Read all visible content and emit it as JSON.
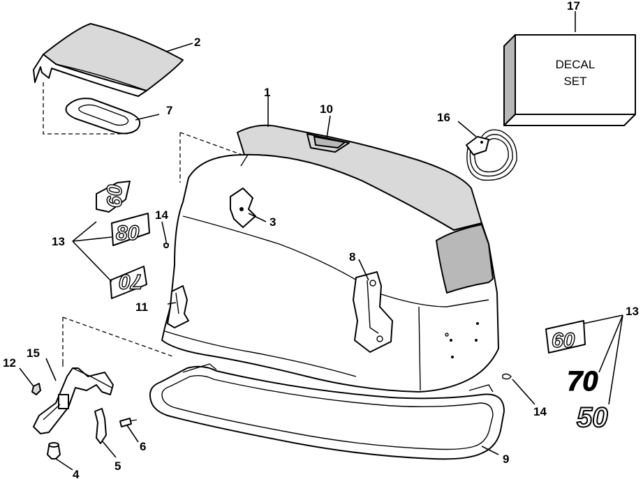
{
  "callouts": {
    "c1": "1",
    "c2": "2",
    "c3": "3",
    "c4": "4",
    "c5": "5",
    "c6": "6",
    "c7": "7",
    "c8": "8",
    "c9": "9",
    "c10": "10",
    "c11": "11",
    "c12": "12",
    "c13_left": "13",
    "c13_right": "13",
    "c14_left": "14",
    "c14_right": "14",
    "c15": "15",
    "c16": "16",
    "c17": "17"
  },
  "decal_box": {
    "line1": "DECAL",
    "line2": "SET"
  },
  "emblems_left": [
    "60",
    "80",
    "70"
  ],
  "emblems_right": [
    "60",
    "70",
    "50"
  ]
}
